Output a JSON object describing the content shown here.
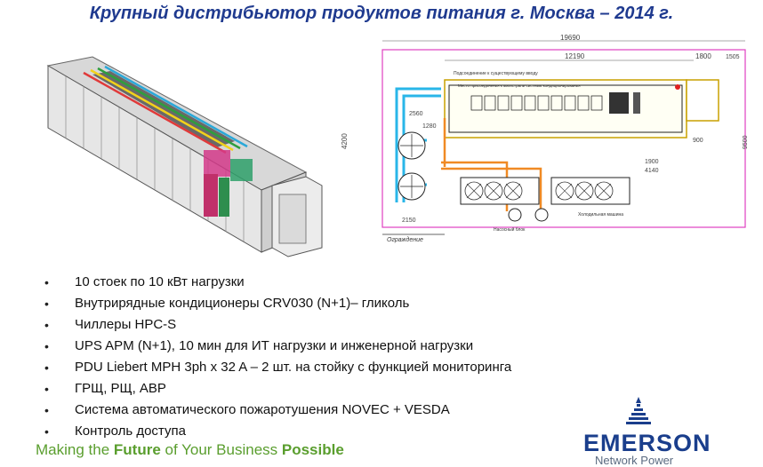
{
  "title": "Крупный дистрибьютор продуктов питания г. Москва – 2014 г.",
  "plan": {
    "dim_total": "19690",
    "dim_top": "12190",
    "dim_1800": "1800",
    "dim_1505": "1505",
    "dim_4200": "4200",
    "dim_2560": "2560",
    "dim_1280": "1280",
    "dim_2150": "2150",
    "dim_9500": "9500",
    "dim_1900": "1900",
    "dim_4140": "4140",
    "dim_900": "900",
    "fence_label": "Ограждение",
    "label_cooling": "Холодильная машина",
    "label_pump": "Насосный блок",
    "note1": "Подсоединение к существующему вводу",
    "note2": "Место присоединения к магистрали системы кондиционирования"
  },
  "bullets": [
    "10 стоек по 10 кВт нагрузки",
    "Внутрирядные кондиционеры CRV030 (N+1)– гликоль",
    "Чиллеры HPC-S",
    "UPS APM (N+1), 10 мин для ИТ нагрузки и инженерной нагрузки",
    "PDU Liebert MPH 3ph x 32 A – 2 шт. на стойку с функцией мониторинга",
    "ГРЩ, РЩ, АВР",
    "Система автоматического пожаротушения NOVEC + VESDA",
    "Контроль доступа"
  ],
  "bullet_glyph": "•",
  "tagline": {
    "part1": "Making the ",
    "part2": "Future",
    "part3": " of Your Business ",
    "part4": "Possible"
  },
  "logo": {
    "word": "EMERSON",
    "sub": "Network Power",
    "icon": "emerson-icon"
  },
  "colors": {
    "title": "#1f3a8f",
    "tagline": "#5a9e2e",
    "logo": "#1a3e8c",
    "pipe_cyan": "#29b6e8",
    "pipe_orange": "#f08a24",
    "boundary_magenta": "#e040c0"
  }
}
